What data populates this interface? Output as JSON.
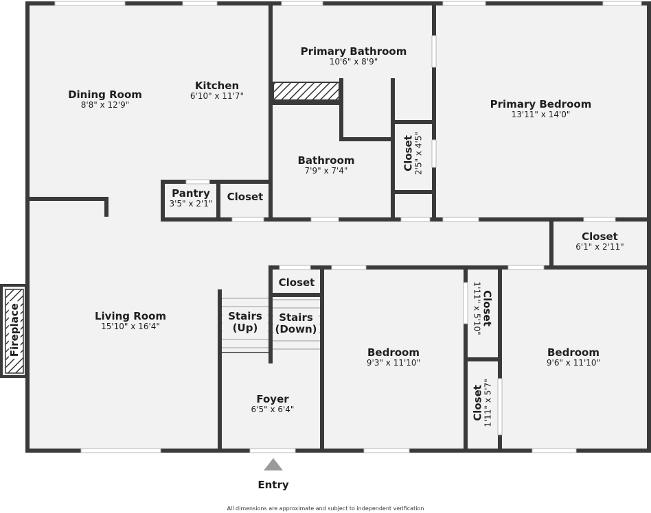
{
  "plan": {
    "rooms": {
      "dining_room": {
        "name": "Dining Room",
        "dims": "8'8\" x 12'9\""
      },
      "kitchen": {
        "name": "Kitchen",
        "dims": "6'10\" x 11'7\""
      },
      "primary_bathroom": {
        "name": "Primary Bathroom",
        "dims": "10'6\" x 8'9\""
      },
      "primary_bedroom": {
        "name": "Primary Bedroom",
        "dims": "13'11\" x 14'0\""
      },
      "bathroom": {
        "name": "Bathroom",
        "dims": "7'9\" x 7'4\""
      },
      "closet_primary_bath": {
        "name": "Closet",
        "dims": "2'5\" x 4'5\""
      },
      "pantry": {
        "name": "Pantry",
        "dims": "3'5\" x 2'1\""
      },
      "closet_kitchen": {
        "name": "Closet"
      },
      "closet_hall": {
        "name": "Closet",
        "dims": "6'1\" x 2'11\""
      },
      "living_room": {
        "name": "Living Room",
        "dims": "15'10\" x 16'4\""
      },
      "closet_stairs": {
        "name": "Closet"
      },
      "stairs_up": {
        "name": "Stairs",
        "sub": "(Up)"
      },
      "stairs_down": {
        "name": "Stairs",
        "sub": "(Down)"
      },
      "bedroom_1": {
        "name": "Bedroom",
        "dims": "9'3\" x 11'10\""
      },
      "closet_bed_upper": {
        "name": "Closet",
        "dims": "1'11\" x 5'10\""
      },
      "bedroom_2": {
        "name": "Bedroom",
        "dims": "9'6\" x 11'10\""
      },
      "closet_bed_lower": {
        "name": "Closet",
        "dims": "1'11\" x 5'7\""
      },
      "foyer": {
        "name": "Foyer",
        "dims": "6'5\" x 6'4\""
      },
      "fireplace": {
        "name": "Fireplace"
      }
    },
    "entry_label": "Entry",
    "disclaimer": "All dimensions are approximate and subject to independent verification",
    "colors": {
      "wall": "#3a3a3a",
      "floor": "#f2f2f2",
      "window": "#ffffff",
      "entry_arrow": "#9a9a9a"
    }
  }
}
